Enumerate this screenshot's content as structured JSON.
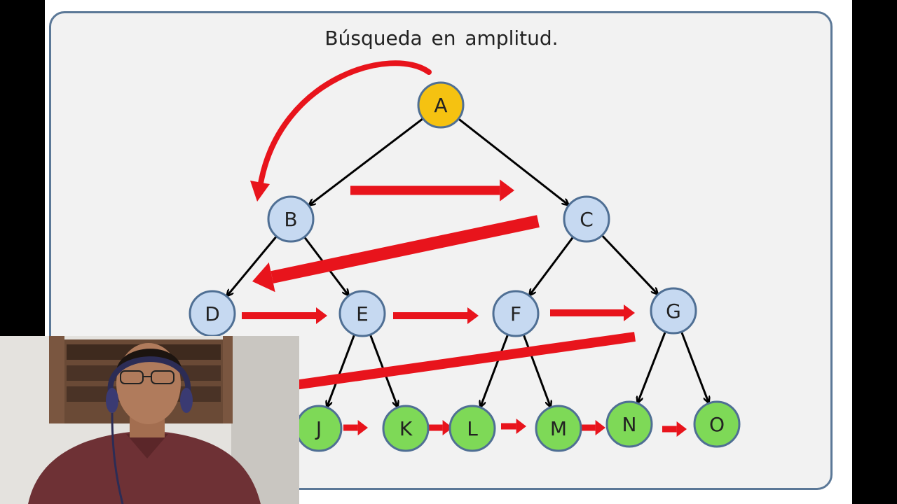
{
  "title": "Búsqueda en amplitud.",
  "colors": {
    "root_fill": "#f5c211",
    "inner_fill": "#c6d9f1",
    "leaf_fill": "#7ed957",
    "node_stroke": "#4f6f94",
    "edge": "#000000",
    "traversal_arrow": "#e8141c",
    "panel_border": "#5b7897"
  },
  "nodes": [
    {
      "id": "A",
      "label": "A",
      "kind": "root"
    },
    {
      "id": "B",
      "label": "B",
      "kind": "inner"
    },
    {
      "id": "C",
      "label": "C",
      "kind": "inner"
    },
    {
      "id": "D",
      "label": "D",
      "kind": "inner"
    },
    {
      "id": "E",
      "label": "E",
      "kind": "inner"
    },
    {
      "id": "F",
      "label": "F",
      "kind": "inner"
    },
    {
      "id": "G",
      "label": "G",
      "kind": "inner"
    },
    {
      "id": "J",
      "label": "J",
      "kind": "leaf"
    },
    {
      "id": "K",
      "label": "K",
      "kind": "leaf"
    },
    {
      "id": "L",
      "label": "L",
      "kind": "leaf"
    },
    {
      "id": "M",
      "label": "M",
      "kind": "leaf"
    },
    {
      "id": "N",
      "label": "N",
      "kind": "leaf"
    },
    {
      "id": "O",
      "label": "O",
      "kind": "leaf"
    }
  ],
  "edges": [
    [
      "A",
      "B"
    ],
    [
      "A",
      "C"
    ],
    [
      "B",
      "D"
    ],
    [
      "B",
      "E"
    ],
    [
      "C",
      "F"
    ],
    [
      "C",
      "G"
    ],
    [
      "E",
      "J"
    ],
    [
      "E",
      "K"
    ],
    [
      "F",
      "L"
    ],
    [
      "F",
      "M"
    ],
    [
      "G",
      "N"
    ],
    [
      "G",
      "O"
    ]
  ],
  "traversal_order": [
    "A",
    "B",
    "C",
    "D",
    "E",
    "F",
    "G",
    "J",
    "K",
    "L",
    "M",
    "N",
    "O"
  ],
  "webcam": {
    "description_icon": "presenter-webcam-icon"
  }
}
